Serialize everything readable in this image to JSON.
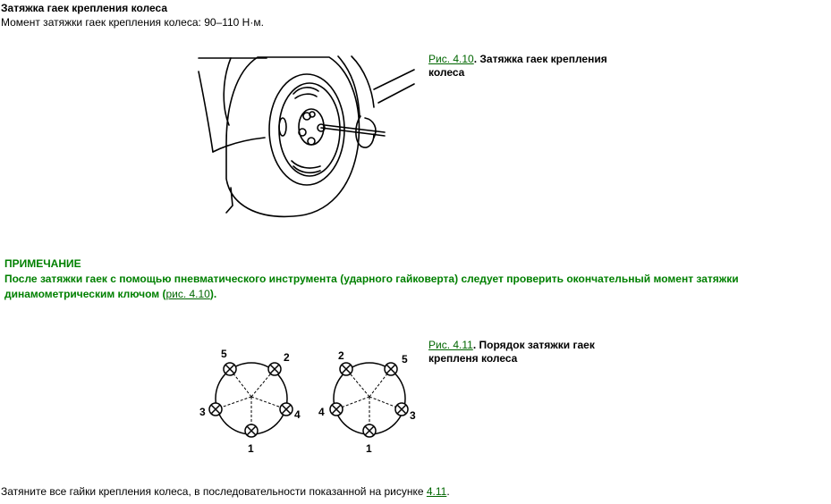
{
  "title": "Затяжка гаек крепления колеса",
  "intro": "Момент затяжки гаек крепления колеса: 90–110 Н·м.",
  "figure_1": {
    "ref_link": "Рис. 4.10",
    "caption": ". Затяжка гаек крепления колеса"
  },
  "note": {
    "heading": "ПРИМЕЧАНИЕ",
    "text_before": "После затяжки гаек с помощью пневматического инструмента (ударного гайковерта) следует проверить окончательный момент затяжки динамометрическим ключом (",
    "link": "рис. 4.10",
    "text_after": ")."
  },
  "figure_2": {
    "ref_link": "Рис. 4.11",
    "caption": ". Порядок затяжки гаек крепленя колеса",
    "left_pattern_labels": [
      "5",
      "2",
      "3",
      "4",
      "1"
    ],
    "right_pattern_labels": [
      "2",
      "5",
      "4",
      "3",
      "1"
    ]
  },
  "final": {
    "text": "Затяните все гайки крепления колеса, в последовательности показанной на рисунке ",
    "link": "4.11",
    "end": "."
  }
}
